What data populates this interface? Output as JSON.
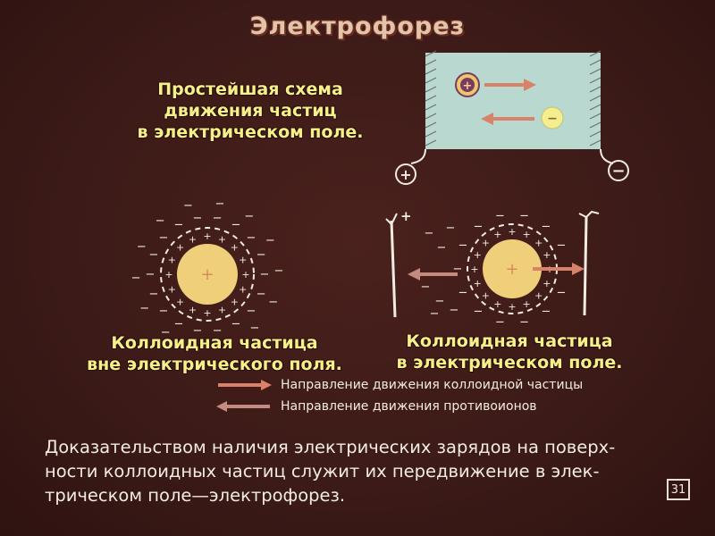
{
  "slide": {
    "title": "Электрофорез",
    "scheme_caption": [
      "Простейшая схема",
      "движения частиц",
      "в электрическом поле."
    ],
    "caption_outside": [
      "Коллоидная частица",
      "вне электрического поля."
    ],
    "caption_inside": [
      "Коллоидная частица",
      "в электрическом поле."
    ],
    "legend": {
      "particle_direction": "Направление движения коллоидной частицы",
      "counterion_direction": "Направление движения противоионов"
    },
    "paragraph_lines": [
      "Доказательством наличия электрических зарядов на поверх-",
      "ности коллоидных частиц служит их передвижение в элек-",
      "трическом поле—электрофорез."
    ],
    "slide_number": "31",
    "symbols": {
      "plus": "+",
      "minus": "−"
    }
  },
  "colors": {
    "background": "#3b1a17",
    "particle": "#f0cf7a",
    "arrow_particle": "#d9826a",
    "arrow_counterion": "#c48a80",
    "cell": "#b9d8cf",
    "caption_yellow": "#f6f08a",
    "title": "#e2c4a8"
  }
}
